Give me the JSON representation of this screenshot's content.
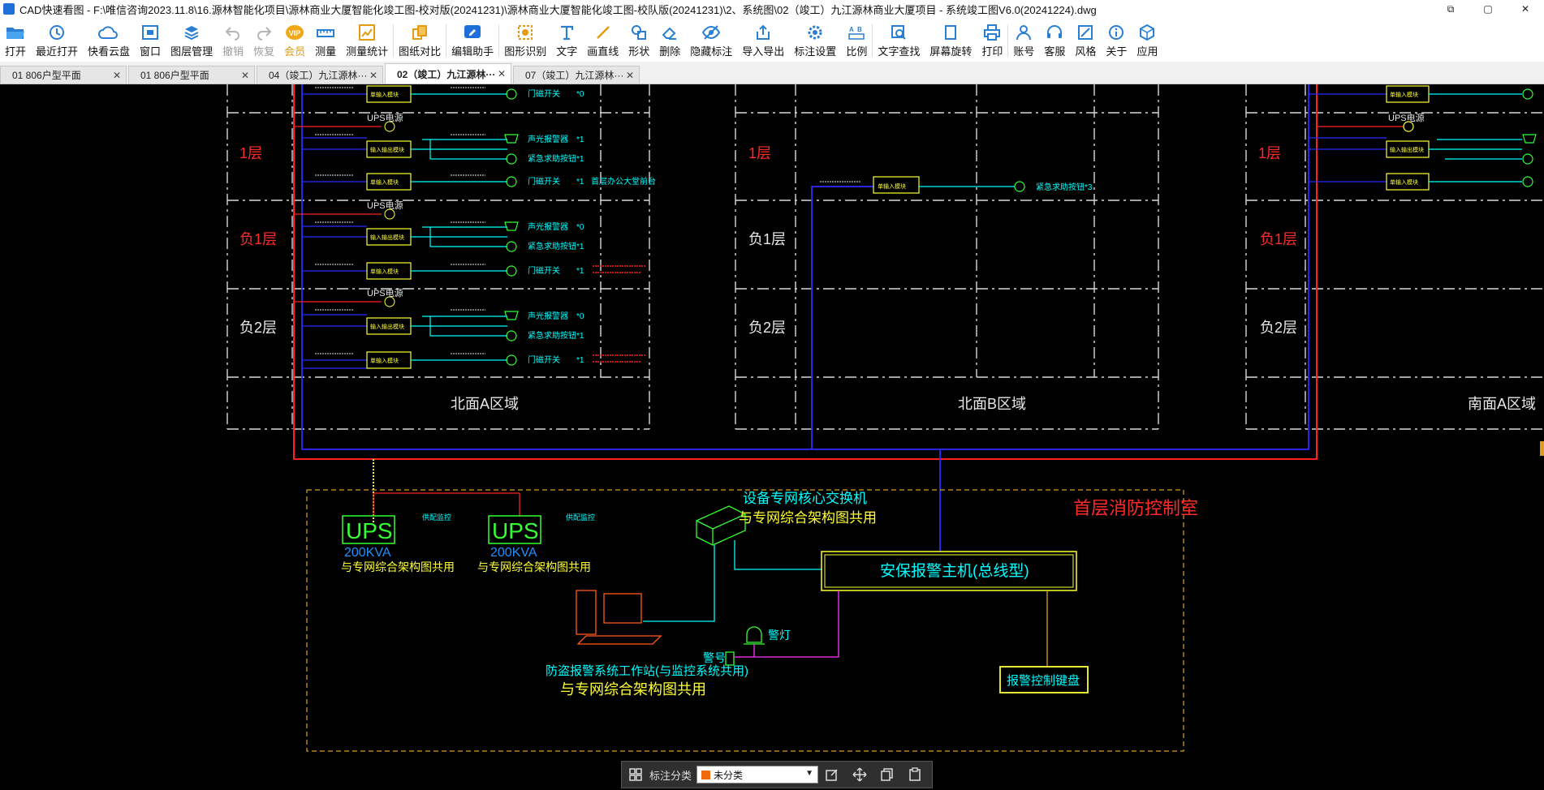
{
  "window": {
    "title": "CAD快速看图 - F:\\唯信咨询2023.11.8\\16.源林智能化项目\\源林商业大厦智能化竣工图-校对版(20241231)\\源林商业大厦智能化竣工图-校队版(20241231)\\2、系统图\\02（竣工）九江源林商业大厦项目 - 系统竣工图V6.0(20241224).dwg",
    "controls": [
      "⧉",
      "▢",
      "✕"
    ]
  },
  "toolbar": {
    "items": [
      {
        "label": "打开",
        "icon": "folder-open-icon"
      },
      {
        "label": "最近打开",
        "icon": "clock-icon"
      },
      {
        "label": "快看云盘",
        "icon": "cloud-icon"
      },
      {
        "label": "窗口",
        "icon": "window-icon"
      },
      {
        "label": "图层管理",
        "icon": "layers-icon"
      },
      {
        "label": "撤销",
        "icon": "undo-icon",
        "disabled": true
      },
      {
        "label": "恢复",
        "icon": "redo-icon",
        "disabled": true
      },
      {
        "label": "会员",
        "icon": "vip-icon",
        "vip": true
      },
      {
        "label": "测量",
        "icon": "ruler-icon"
      },
      {
        "label": "测量统计",
        "icon": "measure-stats-icon"
      },
      {
        "label": "图纸对比",
        "icon": "compare-icon"
      },
      {
        "label": "编辑助手",
        "icon": "edit-helper-icon"
      },
      {
        "label": "图形识别",
        "icon": "shape-recognize-icon"
      },
      {
        "label": "文字",
        "icon": "text-icon"
      },
      {
        "label": "画直线",
        "icon": "line-icon"
      },
      {
        "label": "形状",
        "icon": "shape-icon"
      },
      {
        "label": "删除",
        "icon": "eraser-icon"
      },
      {
        "label": "隐藏标注",
        "icon": "hide-eye-icon"
      },
      {
        "label": "导入导出",
        "icon": "import-export-icon"
      },
      {
        "label": "标注设置",
        "icon": "settings-icon"
      },
      {
        "label": "比例",
        "icon": "scale-icon"
      },
      {
        "label": "文字查找",
        "icon": "text-search-icon"
      },
      {
        "label": "屏幕旋转",
        "icon": "rotate-icon"
      },
      {
        "label": "打印",
        "icon": "printer-icon"
      },
      {
        "label": "账号",
        "icon": "user-icon"
      },
      {
        "label": "客服",
        "icon": "headset-icon"
      },
      {
        "label": "风格",
        "icon": "style-icon"
      },
      {
        "label": "关于",
        "icon": "info-icon"
      },
      {
        "label": "应用",
        "icon": "apps-icon"
      }
    ]
  },
  "tabs": [
    {
      "label": "01  806户型平面",
      "close": "✕"
    },
    {
      "label": "01  806户型平面",
      "close": "✕"
    },
    {
      "label": "04（竣工）九江源林···",
      "close": "✕"
    },
    {
      "label": "02（竣工）九江源林···",
      "close": "✕",
      "active": true
    },
    {
      "label": "07（竣工）九江源林···",
      "close": "✕"
    }
  ],
  "drawing": {
    "floors_a": [
      "1层",
      "负1层",
      "负2层"
    ],
    "floors_b": [
      "1层",
      "负1层",
      "负2层"
    ],
    "floors_c": [
      "1层",
      "负1层",
      "负2层"
    ],
    "zone_a": "北面A区域",
    "zone_b": "北面B区域",
    "zone_c": "南面A区域",
    "ups_power": "UPS电源",
    "input_module": "单输入模块",
    "io_module": "输入输出模块",
    "door_switch": "门磁开关",
    "sound_light": "声光报警器",
    "emergency_btn": "紧急求助按钮",
    "area_note": "首层办公大堂前台",
    "count1": "*1",
    "count0": "*0",
    "count3": "*3",
    "control_room": "首层消防控制室",
    "ups_label": "UPS",
    "ups_capacity": "200KVA",
    "ups_shared": "与专网综合架构图共用",
    "ups_note": "供配监控",
    "switch_label": "设备专网核心交换机",
    "switch_shared": "与专网综合架构图共用",
    "host_label": "安保报警主机(总线型)",
    "keyboard_label": "报警控制键盘",
    "workstation_label": "防盗报警系统工作站(与监控系统共用)",
    "workstation_shared": "与专网综合架构图共用",
    "warning_light": "警灯",
    "siren": "警号"
  },
  "bottom": {
    "label": "标注分类",
    "selected": "未分类",
    "swatch": "#f06a0e"
  }
}
